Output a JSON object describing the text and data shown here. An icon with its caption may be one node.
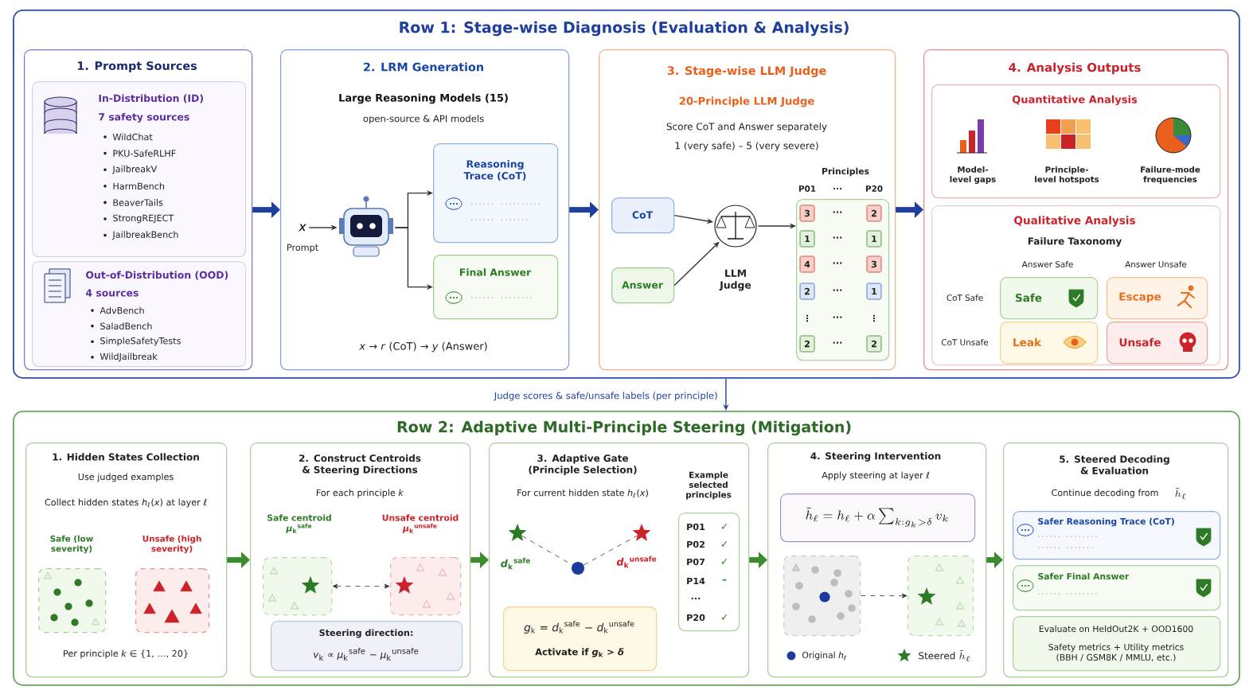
{
  "diagram": {
    "nodes": [
      {
        "text": [
          "Row 1: Stage-wise Diagnosis (Evaluation & Analysis)"
        ]
      },
      {
        "text": [
          "1. Prompt Sources"
        ],
        "in": 0
      },
      {
        "text": [
          "In-Distribution (ID)",
          "7 safety sources",
          "WildChat",
          "PKU-SafeRLHF",
          "JailbreakV",
          "HarmBench",
          "BeaverTails",
          "StrongREJECT",
          "JailbreakBench"
        ],
        "in": 1
      },
      {
        "text": [
          "Out-of-Distribution (OOD)",
          "4 sources",
          "AdvBench",
          "SaladBench",
          "SimpleSafetyTests",
          "WildJailbreak"
        ],
        "in": 1
      },
      {
        "text": [
          "2. LRM Generation",
          "Large Reasoning Models (15)",
          "open-source & API models",
          "*x* → *r* (CoT) → *y* (Answer)"
        ],
        "in": 0
      },
      {
        "text": [
          "x"
        ],
        "beside": [
          "Prompt"
        ],
        "in": 4
      },
      {
        "text": [],
        "shape": "picture",
        "in": 4
      },
      {
        "text": [
          "Reasoning Trace (CoT)"
        ],
        "in": 4
      },
      {
        "text": [
          "Final Answer"
        ],
        "in": 4
      },
      {
        "text": [
          "3. Stage-wise LLM Judge",
          "20-Principle LLM Judge",
          "Score CoT and Answer separately",
          "1 (very safe) – 5 (very severe)"
        ],
        "in": 0
      },
      {
        "text": [
          "CoT"
        ],
        "in": 9
      },
      {
        "text": [
          "Answer"
        ],
        "in": 9
      },
      {
        "text": [],
        "shape": "picture",
        "beside": [
          "LLM Judge"
        ],
        "in": 9
      },
      {
        "text": [
          "Principles",
          "P01",
          "...",
          "P20",
          "3",
          "···",
          "2",
          "1",
          "···",
          "1",
          "4",
          "···",
          "3",
          "2",
          "···",
          "1",
          "⋮",
          "···",
          "⋮",
          "2",
          "···",
          "2"
        ],
        "in": 9
      },
      {
        "text": [
          "4. Analysis Outputs"
        ],
        "in": 0
      },
      {
        "text": [
          "Quantitative Analysis",
          "Model-level gaps",
          "Principle-level hotspots",
          "Failure-mode frequencies"
        ],
        "in": 14
      },
      {
        "text": [
          "Qualitative Analysis",
          "Failure Taxonomy",
          "Answer Safe",
          "Answer Unsafe",
          "CoT Safe",
          "CoT Unsafe"
        ],
        "in": 14
      },
      {
        "text": [
          "Safe"
        ],
        "in": 16
      },
      {
        "text": [
          "Escape"
        ],
        "in": 16
      },
      {
        "text": [
          "Leak"
        ],
        "in": 16
      },
      {
        "text": [
          "Unsafe"
        ],
        "in": 16
      },
      {
        "text": [
          "Row 2: Adaptive Multi-Principle Steering (Mitigation)"
        ]
      },
      {
        "text": [
          "1. Hidden States Collection",
          "Use judged examples",
          "Collect hidden states *h*$_{ℓ}$(*x*) at layer *ℓ*",
          "Per principle *k* ∈ {1, …, 20}"
        ],
        "in": 21
      },
      {
        "text": [
          "Safe (low severity)"
        ],
        "in": 22
      },
      {
        "text": [
          "Unsafe (high severity)"
        ],
        "in": 22
      },
      {
        "text": [
          "2. Construct Centroids & Steering Directions",
          "For each principle *k*"
        ],
        "in": 21
      },
      {
        "text": [
          "Safe centroid *μ*$_{k}$$^{safe}$"
        ],
        "in": 25
      },
      {
        "text": [
          "Unsafe centroid *μ*$_{k}$$^{unsafe}$"
        ],
        "in": 25
      },
      {
        "text": [
          "Steering direction:",
          "*v*$_{k}$ ∝ *μ*$_{k}$$^{safe}$ − *μ*$_{k}$$^{unsafe}$"
        ],
        "in": 25
      },
      {
        "text": [
          "3. Adaptive Gate (Principle Selection)",
          "For current hidden state *h*$_{ℓ}$(*x*)"
        ],
        "in": 21
      },
      {
        "text": [],
        "shape": "star",
        "beside": [
          "*d*$_{k}$$^{safe}$"
        ],
        "in": 29
      },
      {
        "text": [],
        "shape": "circle",
        "in": 29
      },
      {
        "text": [],
        "shape": "star",
        "beside": [
          "*d*$_{k}$$^{unsafe}$"
        ],
        "in": 29
      },
      {
        "text": [
          "*g*$_{k}$ = *d*$_{k}$$^{safe}$ − *d*$_{k}$$^{unsafe}$",
          "Activate if *g*$_{k}$ > *δ*"
        ],
        "in": 29
      },
      {
        "text": [
          "Example selected principles",
          "P01",
          "✓",
          "P02",
          "✓",
          "P07",
          "✓",
          "P14",
          "–",
          "...",
          "P20",
          "✓"
        ],
        "in": 29
      },
      {
        "text": [
          "4. Steering Intervention",
          "Apply steering at layer *ℓ*"
        ],
        "in": 21
      },
      {
        "text": [
          "\\tilde{h}_\\ell = h_\\ell + \\alpha \\sum_{k:g_k>\\delta} v_k"
        ],
        "in": 35
      },
      {
        "text": [],
        "shape": "box",
        "in": 35
      },
      {
        "text": [],
        "shape": "box",
        "in": 35
      },
      {
        "text": [
          "5. Steered Decoding & Evaluation",
          "Continue decoding from",
          "\\tilde{h}_\\ell"
        ],
        "in": 21
      },
      {
        "text": [
          "Safer Reasoning Trace (CoT)"
        ],
        "in": 39
      },
      {
        "text": [
          "Safer Final Answer"
        ],
        "in": 39
      },
      {
        "text": [
          "Evaluate on HeldOut2K + OOD1600",
          "Safety metrics + Utility metrics (BBH / GSM8K / MMLU, etc.)"
        ],
        "in": 39
      }
    ],
    "edges": [
      {
        "from": 1,
        "to": 4,
        "arrow": "to",
        "style": "thick",
        "color": "#1f3f9f"
      },
      {
        "from": 4,
        "to": 9,
        "arrow": "to",
        "style": "thick",
        "color": "#1f3f9f"
      },
      {
        "from": 9,
        "to": 14,
        "arrow": "to",
        "style": "thick",
        "color": "#1f3f9f"
      },
      {
        "from": 5,
        "to": 6,
        "arrow": "to"
      },
      {
        "from": 6,
        "to": 7,
        "arrow": "to"
      },
      {
        "from": 6,
        "to": 8,
        "arrow": "to"
      },
      {
        "from": 10,
        "to": 12,
        "arrow": "to"
      },
      {
        "from": 11,
        "to": 12,
        "arrow": "to"
      },
      {
        "from": 12,
        "to": 13,
        "arrow": "to"
      },
      {
        "from": 0,
        "to": 21,
        "arrow": "to",
        "color": "#1f3f9f",
        "label": "Judge scores & safe/unsafe labels (per principle)"
      },
      {
        "from": 22,
        "to": 25,
        "arrow": "to",
        "style": "thick",
        "color": "#3d8b2f"
      },
      {
        "from": 26,
        "to": 27,
        "arrow": "both",
        "style": "dashed"
      },
      {
        "from": 25,
        "to": 29,
        "arrow": "to",
        "style": "thick",
        "color": "#3d8b2f"
      },
      {
        "from": 30,
        "to": 31,
        "arrow": "none",
        "style": "dashed"
      },
      {
        "from": 31,
        "to": 32,
        "arrow": "none",
        "style": "dashed"
      },
      {
        "from": 29,
        "to": 35,
        "arrow": "to",
        "style": "thick",
        "color": "#3d8b2f"
      },
      {
        "from": 37,
        "to": 38,
        "arrow": "to",
        "style": "dashed"
      },
      {
        "from": 35,
        "to": 39,
        "arrow": "to",
        "style": "thick",
        "color": "#3d8b2f"
      }
    ],
    "legend": [
      {
        "text": "Original *h*$_{ℓ}$"
      },
      {
        "text": "\\mathrm{Steered}\\ \\tilde{h}_\\ell"
      }
    ]
  }
}
